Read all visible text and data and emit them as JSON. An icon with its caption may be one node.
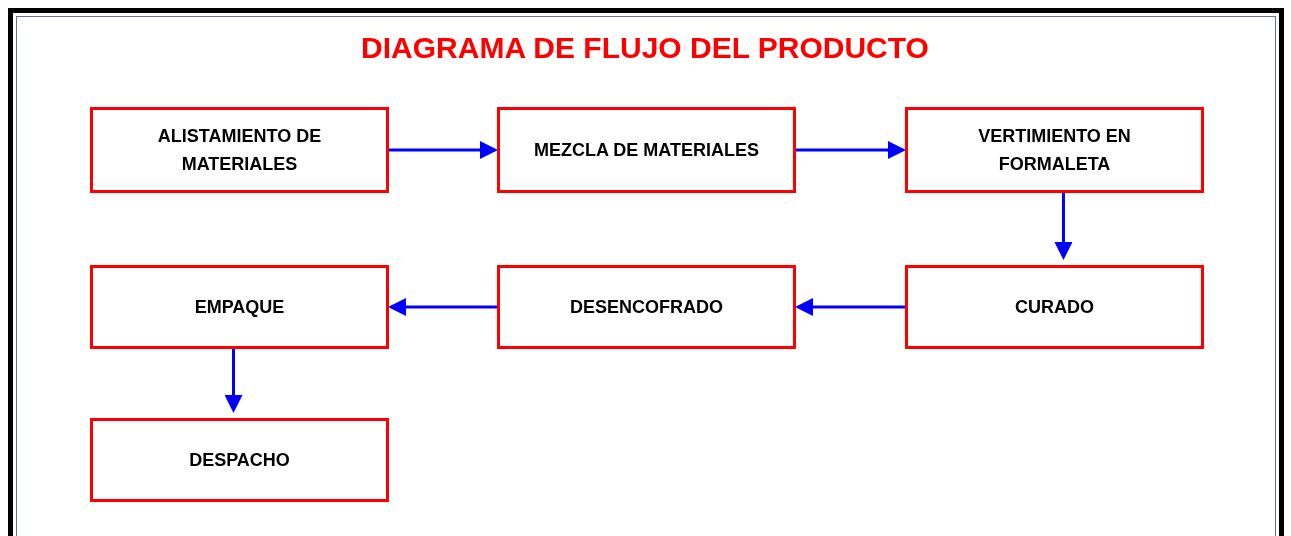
{
  "diagram": {
    "title": "DIAGRAMA DE FLUJO DEL PRODUCTO",
    "nodes": [
      {
        "text": [
          "ALISTAMIENTO DE MATERIALES"
        ]
      },
      {
        "text": [
          "MEZCLA DE MATERIALES"
        ]
      },
      {
        "text": [
          "VERTIMIENTO EN FORMALETA"
        ]
      },
      {
        "text": [
          "EMPAQUE"
        ]
      },
      {
        "text": [
          "DESENCOFRADO"
        ]
      },
      {
        "text": [
          "CURADO"
        ]
      },
      {
        "text": [
          "DESPACHO"
        ]
      }
    ],
    "edges": [
      {
        "from": 0,
        "to": 1,
        "arrow": "to"
      },
      {
        "from": 1,
        "to": 2,
        "arrow": "to"
      },
      {
        "from": 2,
        "to": 5,
        "arrow": "to"
      },
      {
        "from": 5,
        "to": 4,
        "arrow": "to"
      },
      {
        "from": 4,
        "to": 3,
        "arrow": "to"
      },
      {
        "from": 3,
        "to": 6,
        "arrow": "to"
      }
    ]
  }
}
